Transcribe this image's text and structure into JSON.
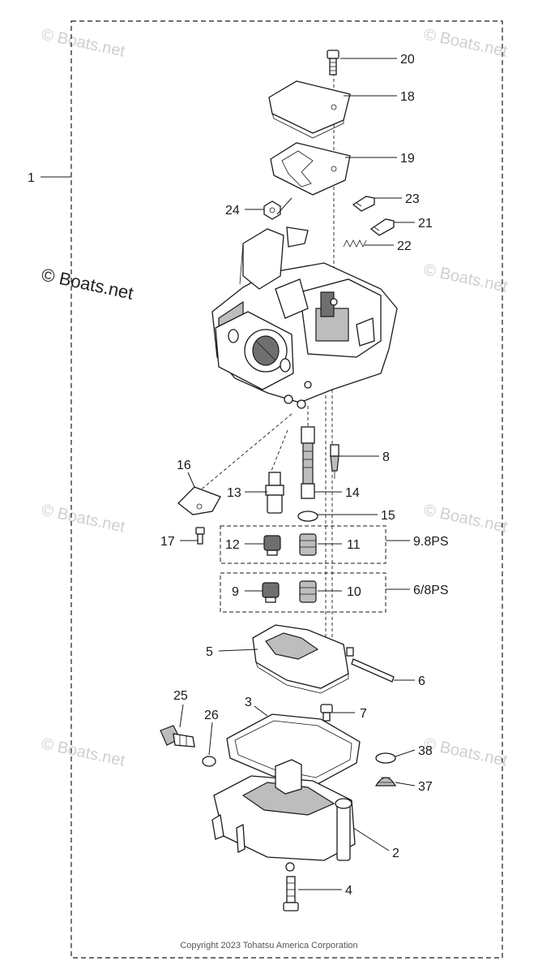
{
  "watermarks": [
    {
      "text": "© Boats.net",
      "size": "small"
    },
    {
      "text": "© Boats.net",
      "size": "small"
    },
    {
      "text": "© Boats.net",
      "size": "large"
    },
    {
      "text": "© Boats.net",
      "size": "small"
    },
    {
      "text": "© Boats.net",
      "size": "small"
    },
    {
      "text": "© Boats.net",
      "size": "small"
    },
    {
      "text": "© Boats.net",
      "size": "small"
    },
    {
      "text": "© Boats.net",
      "size": "small"
    }
  ],
  "callouts": {
    "c1": "1",
    "c2": "2",
    "c3": "3",
    "c4": "4",
    "c5": "5",
    "c6": "6",
    "c7": "7",
    "c8": "8",
    "c9": "9",
    "c10": "10",
    "c11": "11",
    "c12": "12",
    "c13": "13",
    "c14": "14",
    "c15": "15",
    "c16": "16",
    "c17": "17",
    "c18": "18",
    "c19": "19",
    "c20": "20",
    "c21": "21",
    "c22": "22",
    "c23": "23",
    "c24": "24",
    "c25": "25",
    "c26": "26",
    "c37": "37",
    "c38": "38"
  },
  "groups": {
    "upper": "9.8PS",
    "lower": "6/8PS"
  },
  "copyright": "Copyright 2023 Tohatsu America Corporation"
}
